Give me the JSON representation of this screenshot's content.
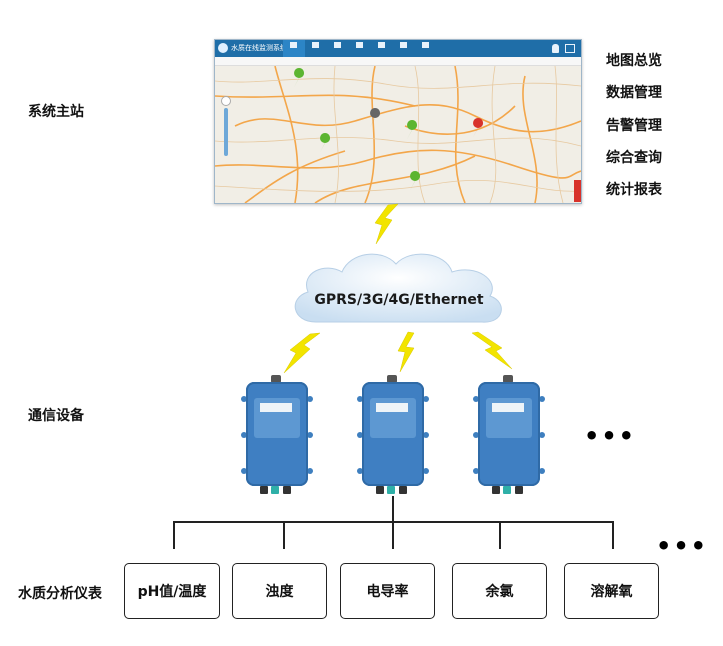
{
  "labels": {
    "master_station": "系统主站",
    "comm_device": "通信设备",
    "water_instruments": "水质分析仪表"
  },
  "functions": [
    "地图总览",
    "数据管理",
    "告警管理",
    "综合查询",
    "统计报表"
  ],
  "map_window": {
    "title": "水质在线监测系统",
    "header_color": "#1f6ea8",
    "marker_colors": {
      "normal": "#5cb531",
      "offline": "#666666",
      "alarm": "#d8322b"
    }
  },
  "network_label": "GPRS/3G/4G/Ethernet",
  "sensors": [
    "pH值/温度",
    "浊度",
    "电导率",
    "余氯",
    "溶解氧"
  ],
  "colors": {
    "device_body": "#3f7fc2",
    "cloud": "#d9e9f6",
    "bolt": "#f2e400"
  },
  "icons": [
    "lightning-bolt-icon",
    "map-pin-icon",
    "cloud-icon"
  ]
}
